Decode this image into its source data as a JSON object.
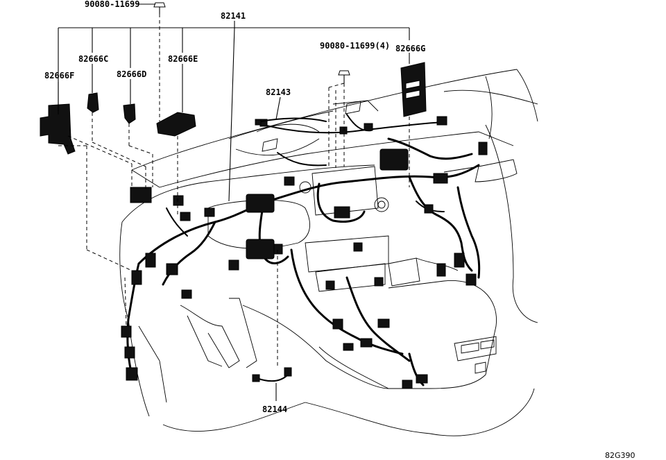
{
  "diagram": {
    "labels": {
      "bolt_top": "90080-11699",
      "harness_main": "82141",
      "bolt_right": "90080-11699(4)",
      "bracket_g": "82666G",
      "bracket_c": "82666C",
      "bracket_e": "82666E",
      "bracket_f": "82666F",
      "bracket_d": "82666D",
      "wire_top": "82143",
      "wire_bottom": "82144"
    },
    "figure_code": "82G390"
  }
}
